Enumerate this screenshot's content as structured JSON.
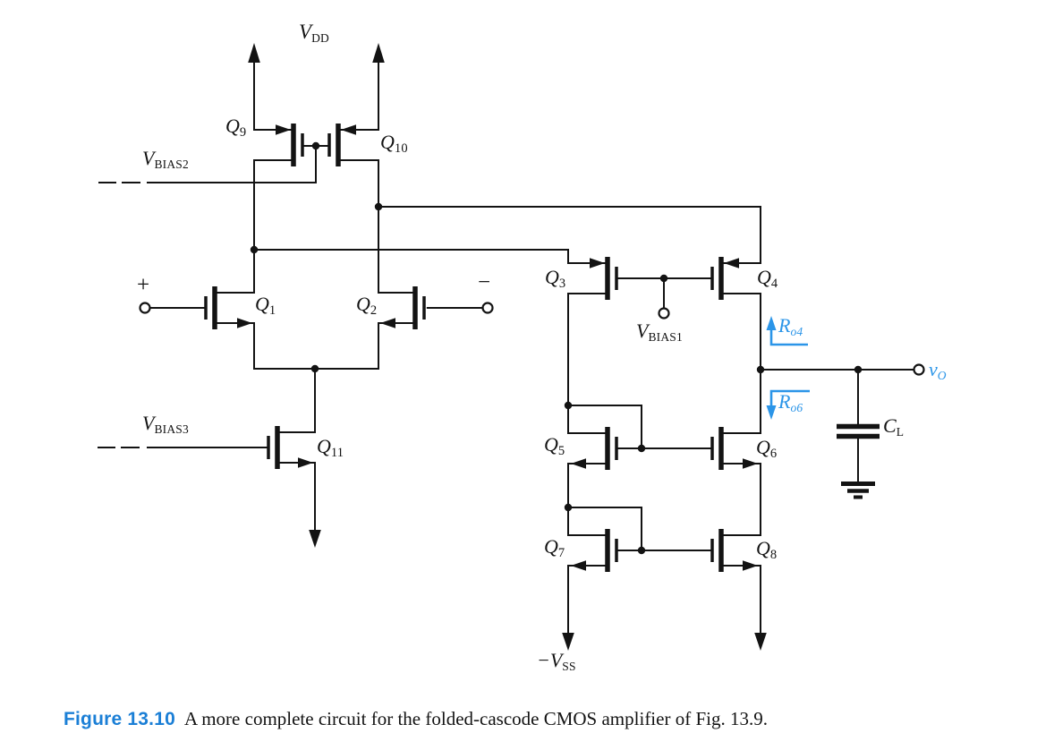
{
  "figure": {
    "caption_label": "Figure 13.10",
    "caption_text": "A more complete circuit for the folded-cascode CMOS amplifier of Fig. 13.9."
  },
  "colors": {
    "ink": "#131313",
    "annotation_blue": "#2b95e8",
    "caption_blue": "#1b7fd6",
    "background": "#ffffff"
  },
  "supplies": {
    "vdd": {
      "main": "V",
      "sub": "DD"
    },
    "vss": {
      "main": "−V",
      "sub": "SS"
    }
  },
  "bias": {
    "vbias1": {
      "main": "V",
      "sub": "BIAS1"
    },
    "vbias2": {
      "main": "V",
      "sub": "BIAS2"
    },
    "vbias3": {
      "main": "V",
      "sub": "BIAS3"
    }
  },
  "transistors": {
    "q1": {
      "main": "Q",
      "sub": "1"
    },
    "q2": {
      "main": "Q",
      "sub": "2"
    },
    "q3": {
      "main": "Q",
      "sub": "3"
    },
    "q4": {
      "main": "Q",
      "sub": "4"
    },
    "q5": {
      "main": "Q",
      "sub": "5"
    },
    "q6": {
      "main": "Q",
      "sub": "6"
    },
    "q7": {
      "main": "Q",
      "sub": "7"
    },
    "q8": {
      "main": "Q",
      "sub": "8"
    },
    "q9": {
      "main": "Q",
      "sub": "9"
    },
    "q10": {
      "main": "Q",
      "sub": "10"
    },
    "q11": {
      "main": "Q",
      "sub": "11"
    }
  },
  "io": {
    "input_plus": "+",
    "input_minus": "−",
    "output": {
      "main": "v",
      "sub": "O"
    }
  },
  "components": {
    "cl": {
      "main": "C",
      "sub": "L"
    }
  },
  "annotations": {
    "ro4": {
      "main": "R",
      "sub": "o4"
    },
    "ro6": {
      "main": "R",
      "sub": "o6"
    }
  }
}
